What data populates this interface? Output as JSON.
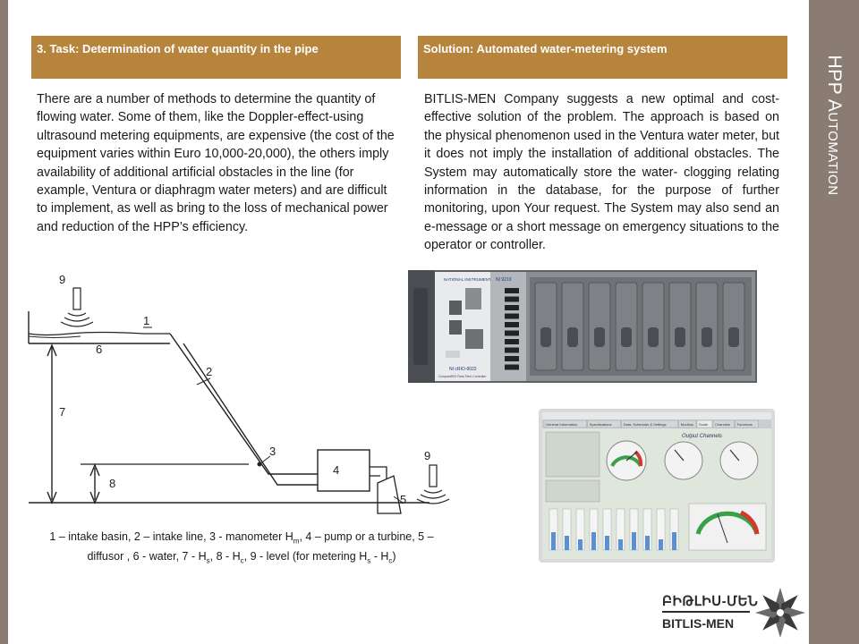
{
  "sidebar": {
    "title_first": "HPP A",
    "title_rest": "UTOMATION"
  },
  "task": {
    "header": "3. Task: Determination of water quantity in the pipe",
    "body": "There are a number of methods to determine the quantity of flowing water. Some of them, like the Doppler-effect-using ultrasound metering equipments, are expensive (the cost of the equipment varies within Euro 10,000-20,000), the others imply availability of additional artificial obstacles in the line (for example, Ventura or diaphragm water meters) and are difficult to implement, as well as bring to the loss of mechanical power and reduction of the HPP’s efficiency."
  },
  "solution": {
    "header": "Solution: Automated water-metering system",
    "body": "BITLIS-MEN Company suggests a new optimal and cost-effective solution of the problem. The approach is based on the physical phenomenon used in the Ventura water meter, but it does not imply the installation of additional obstacles.  The System may automatically store the water- clogging relating information in the database, for the purpose of further monitoring, upon Your request. The System may also send an e-message or a short message on emergency situations to the operator or controller."
  },
  "diagram": {
    "labels": {
      "intake_basin": "1",
      "intake_line": "2",
      "manometer": "3",
      "pump": "4",
      "diffusor": "5",
      "water": "6",
      "hs": "7",
      "hc": "8",
      "level_left": "9",
      "level_right": "9"
    },
    "caption": {
      "p1": "1 – intake basin, 2 – intake line, 3 - manometer H",
      "s1": "m",
      "p2": ", 4 – pump or a turbine, 5 – diffusor , 6 - water, 7 -  H",
      "s2": "s",
      "p3": ", 8 - H",
      "s3": "c",
      "p4": ", 9 - level (for metering H",
      "s4": "s",
      "p5": " - H",
      "s5": "c",
      "p6": ")"
    }
  },
  "controller": {
    "brand": "NATIONAL INSTRUMENTS",
    "model": "NI cRIO-9022",
    "sub": "CompactRIO Real-Time Controller",
    "module": "NI 9219"
  },
  "software": {
    "title": "Output Channels",
    "tabs": [
      "General Information",
      "Specifications",
      "Data, Scheduler & Settings",
      "Modbus",
      "Scale",
      "Channels",
      "Functions"
    ]
  },
  "logo": {
    "armenian": "ԲԻԹԼԻՍ-ՄԵՆ",
    "latin": "BITLIS-MEN"
  }
}
